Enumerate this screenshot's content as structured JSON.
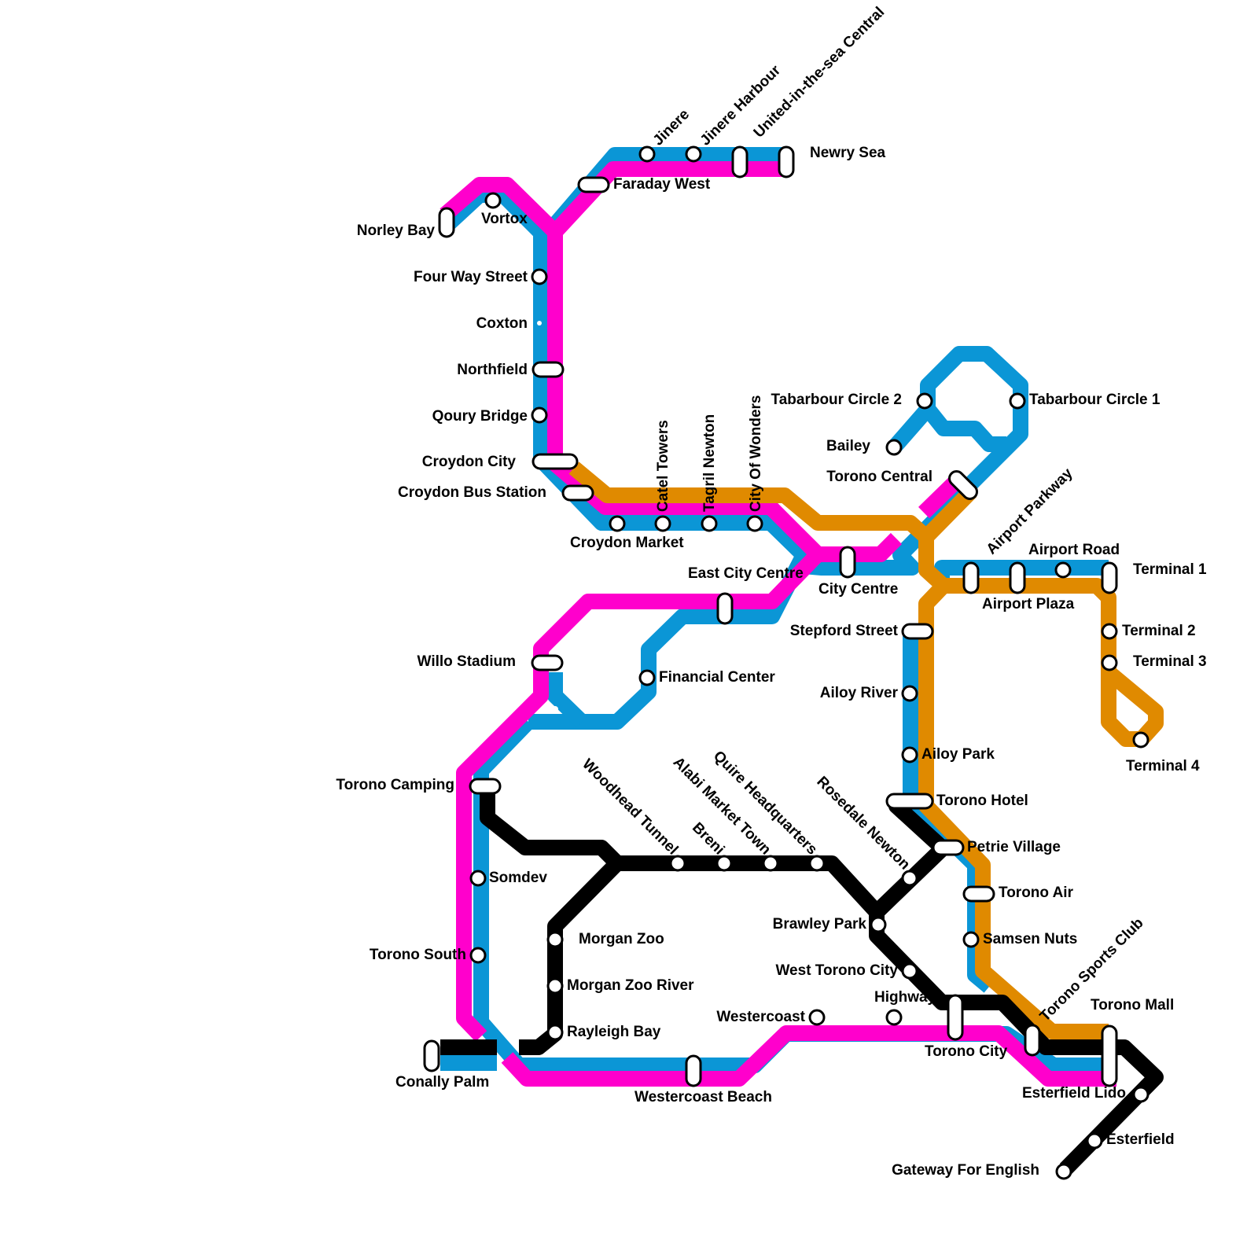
{
  "lines": [
    {
      "id": "blue",
      "color": "#0b96d6"
    },
    {
      "id": "magenta",
      "color": "#ff00cc"
    },
    {
      "id": "orange",
      "color": "#e08a00"
    },
    {
      "id": "black",
      "color": "#000000"
    }
  ],
  "stations": [
    "Norley Bay",
    "Vortox",
    "Faraday West",
    "Jinere",
    "Jinere Harbour",
    "United-in-the-sea Central",
    "Newry Sea",
    "Four Way Street",
    "Coxton",
    "Northfield",
    "Qoury Bridge",
    "Croydon City",
    "Croydon Bus Station",
    "Croydon Market",
    "Catel Towers",
    "Tagril Newton",
    "City Of Wonders",
    "East City Centre",
    "City Centre",
    "Tabarbour Circle 2",
    "Tabarbour Circle 1",
    "Bailey",
    "Torono Central",
    "Airport Parkway",
    "Airport Road",
    "Terminal 1",
    "Airport Plaza",
    "Terminal 2",
    "Terminal 3",
    "Terminal 4",
    "Stepford Street",
    "Ailoy River",
    "Ailoy Park",
    "Torono Hotel",
    "Petrie Village",
    "Torono Air",
    "Samsen Nuts",
    "Willo Stadium",
    "Financial Center",
    "Torono Camping",
    "Somdev",
    "Torono South",
    "Conally Palm",
    "Woodhead Tunnel",
    "Breni",
    "Alabi Market Town",
    "Quire Headquarters",
    "Rosedale Newton",
    "Brawley Park",
    "West Torono City",
    "Morgan Zoo",
    "Morgan Zoo River",
    "Rayleigh Bay",
    "Westercoast",
    "Highway",
    "Torono City",
    "Torono Sports Club",
    "Torono Mall",
    "Esterfield Lido",
    "Esterfield",
    "Gateway For English",
    "Westercoast Beach"
  ]
}
